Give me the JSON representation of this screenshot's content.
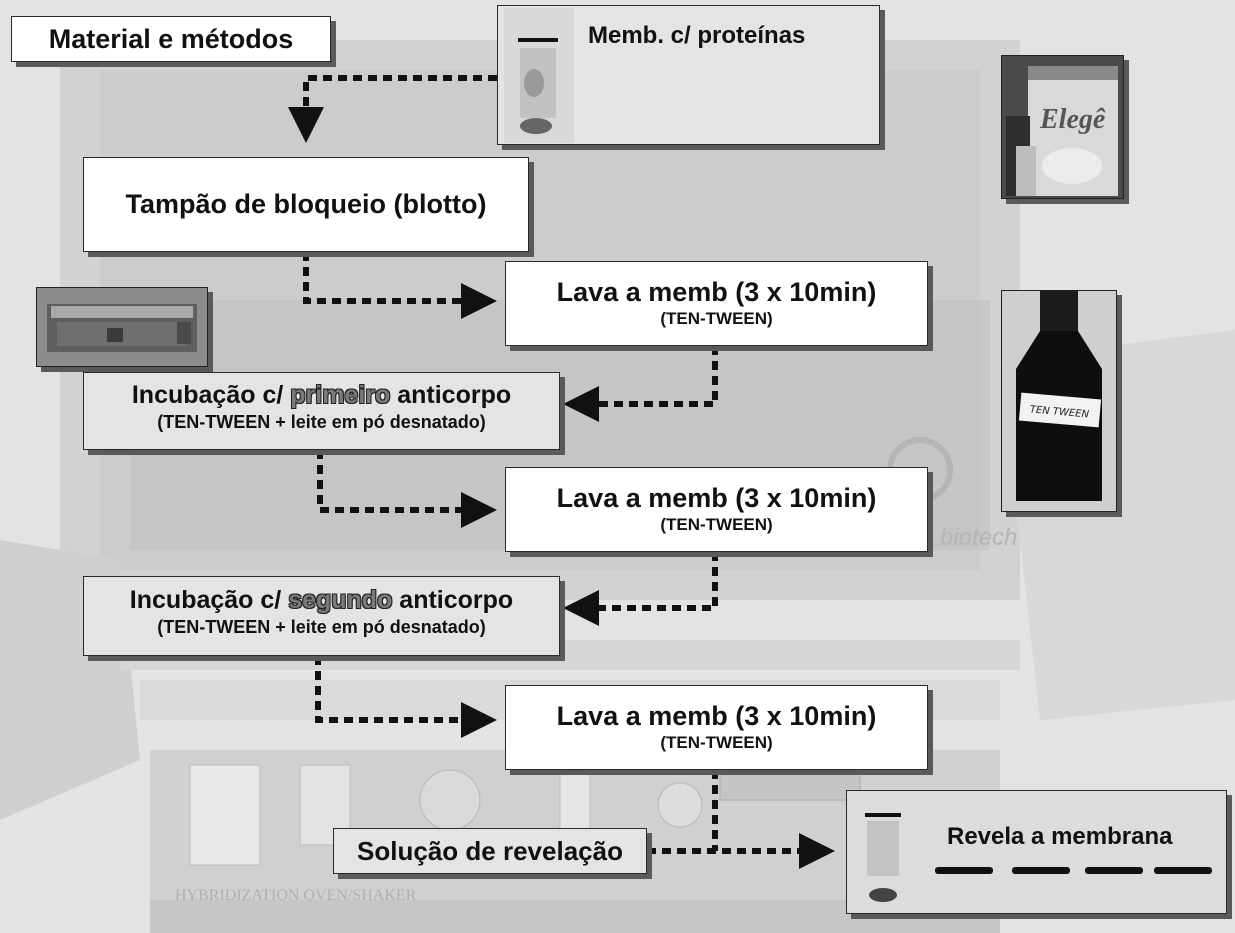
{
  "boxes": {
    "material": "Material e métodos",
    "membrana": "Memb. c/ proteínas",
    "bloqueio": "Tampão de bloqueio (blotto)",
    "lava1_title": "Lava a memb (3 x 10min)",
    "lava1_sub": "(TEN-TWEEN)",
    "inc1_prefix": "Incubação  c/ ",
    "inc1_highlight": "primeiro",
    "inc1_suffix": " anticorpo",
    "inc1_sub": "(TEN-TWEEN + leite em pó desnatado)",
    "lava2_title": "Lava a memb (3 x 10min)",
    "lava2_sub": "(TEN-TWEEN)",
    "inc2_prefix": "Incubação  c/ ",
    "inc2_highlight": "segundo",
    "inc2_suffix": " anticorpo",
    "inc2_sub": "(TEN-TWEEN + leite em pó desnatado)",
    "lava3_title": "Lava a memb (3 x 10min)",
    "lava3_sub": "(TEN-TWEEN)",
    "revelacao": "Solução de revelação",
    "revela": "Revela a membrana"
  },
  "photos": {
    "milk_can_label": "Elegê",
    "bottle_label": "TEN TWEEN",
    "bg_watermark": "biotech",
    "bg_panel_label": "HYBRIDIZATION OVEN/SHAKER"
  },
  "colors": {
    "box_fill": "#ffffff",
    "box_fill_grey": "#e4e4e4",
    "shadow": "#5a5a5a",
    "arrow": "#111111",
    "background": "#e6e6e6"
  }
}
